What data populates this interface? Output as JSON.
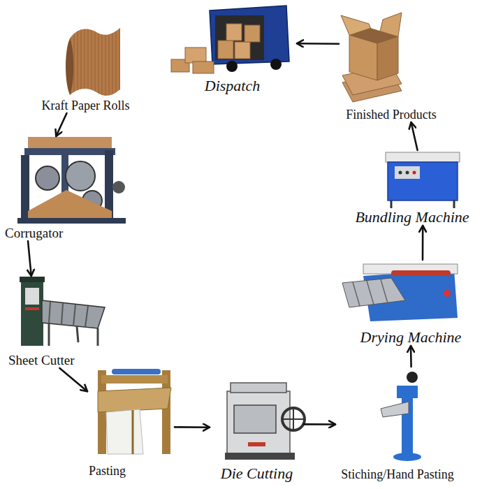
{
  "diagram": {
    "nodes": [
      {
        "text": [
          "Kraft Paper Rolls"
        ]
      },
      {
        "text": [
          "Corrugator"
        ]
      },
      {
        "text": [
          "Sheet Cutter"
        ]
      },
      {
        "text": [
          "Pasting"
        ]
      },
      {
        "text": [
          "Die Cutting"
        ]
      },
      {
        "text": [
          "Stiching/Hand Pasting"
        ]
      },
      {
        "text": [
          "Drying Machine"
        ]
      },
      {
        "text": [
          "Bundling Machine"
        ]
      },
      {
        "text": [
          "Finished Products"
        ]
      },
      {
        "text": [
          "Dispatch"
        ]
      }
    ],
    "edges": [
      {
        "from": 0,
        "to": 1,
        "arrow": "to"
      },
      {
        "from": 1,
        "to": 2,
        "arrow": "to"
      },
      {
        "from": 2,
        "to": 3,
        "arrow": "to"
      },
      {
        "from": 3,
        "to": 4,
        "arrow": "to"
      },
      {
        "from": 4,
        "to": 5,
        "arrow": "to"
      },
      {
        "from": 5,
        "to": 6,
        "arrow": "to"
      },
      {
        "from": 6,
        "to": 7,
        "arrow": "to"
      },
      {
        "from": 7,
        "to": 8,
        "arrow": "to"
      },
      {
        "from": 8,
        "to": 9,
        "arrow": "to"
      }
    ]
  }
}
